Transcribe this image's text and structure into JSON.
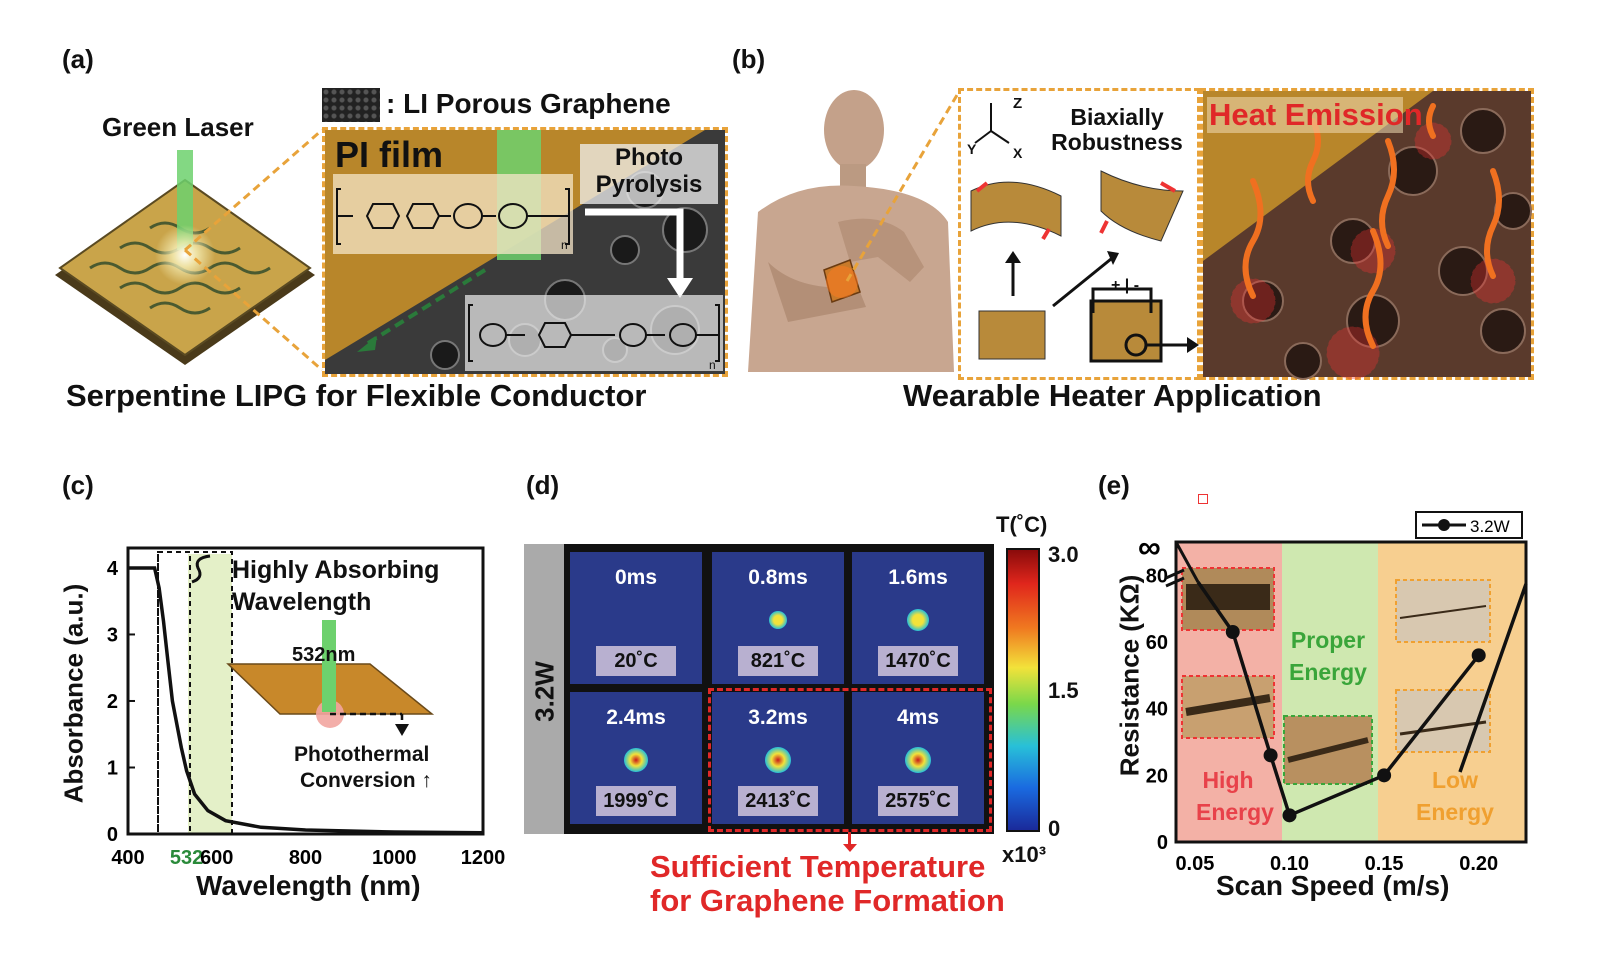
{
  "panel_a": {
    "label": "(a)",
    "legend": ": LI Porous Graphene",
    "laser": "Green Laser",
    "film": "PI film",
    "process": [
      "Photo",
      "Pyrolysis"
    ],
    "subscript_n": "n",
    "caption": "Serpentine LIPG for Flexible Conductor"
  },
  "panel_b": {
    "label": "(b)",
    "axes": [
      "Z",
      "Y",
      "X"
    ],
    "robust": [
      "Biaxially",
      "Robustness"
    ],
    "heat": "Heat Emission",
    "battery": "+ | -",
    "caption": "Wearable Heater Application"
  },
  "panel_c": {
    "label": "(c)",
    "ylabel": "Absorbance (a.u.)",
    "xlabel": "Wavelength (nm)",
    "annot_absorb": [
      "Highly Absorbing",
      "Wavelength"
    ],
    "annot_laser": "532nm",
    "annot_photo": [
      "Photothermal",
      "Conversion"
    ],
    "highlight_tick": "532"
  },
  "panel_d": {
    "label": "(d)",
    "row_label": "3.2W",
    "cells": [
      {
        "time": "0ms",
        "temp": "20˚C"
      },
      {
        "time": "0.8ms",
        "temp": "821˚C"
      },
      {
        "time": "1.6ms",
        "temp": "1470˚C"
      },
      {
        "time": "2.4ms",
        "temp": "1999˚C"
      },
      {
        "time": "3.2ms",
        "temp": "2413˚C"
      },
      {
        "time": "4ms",
        "temp": "2575˚C"
      }
    ],
    "colorbar_title": "T(˚C)",
    "colorbar_ticks": [
      "3.0",
      "1.5",
      "0"
    ],
    "colorbar_scale": "x10³",
    "note": [
      "Sufficient Temperature",
      "for Graphene Formation"
    ]
  },
  "panel_e": {
    "label": "(e)",
    "ylabel": "Resistance (KΩ)",
    "xlabel": "Scan Speed (m/s)",
    "inf": "∞",
    "regions": [
      {
        "text": [
          "High",
          "Energy"
        ],
        "color": "#e8424a"
      },
      {
        "text": [
          "Proper",
          "Energy"
        ],
        "color": "#3aa53a"
      },
      {
        "text": [
          "Low",
          "Energy"
        ],
        "color": "#f0a030"
      }
    ],
    "legend": "3.2W"
  },
  "chart_data": [
    {
      "type": "line",
      "xlabel": "Wavelength (nm)",
      "ylabel": "Absorbance (a.u.)",
      "xlim": [
        400,
        1200
      ],
      "ylim": [
        0,
        4.3
      ],
      "xticks": [
        400,
        532,
        600,
        800,
        1000,
        1200
      ],
      "yticks": [
        0,
        1,
        2,
        3,
        4
      ],
      "series": [
        {
          "x": [
            400,
            460,
            470,
            480,
            490,
            500,
            520,
            532,
            550,
            580,
            620,
            700,
            800,
            1000,
            1200
          ],
          "y": [
            4.0,
            4.0,
            3.7,
            3.2,
            2.6,
            2.0,
            1.3,
            0.95,
            0.6,
            0.35,
            0.2,
            0.1,
            0.06,
            0.03,
            0.02
          ]
        }
      ]
    },
    {
      "type": "line",
      "xlabel": "Scan Speed (m/s)",
      "ylabel": "Resistance (KΩ)",
      "xlim": [
        0.04,
        0.225
      ],
      "ylim": [
        0,
        90
      ],
      "xticks": [
        0.05,
        0.1,
        0.15,
        0.2
      ],
      "yticks": [
        0,
        20,
        40,
        60,
        80
      ],
      "series": [
        {
          "name": "3.2W",
          "x": [
            0.07,
            0.09,
            0.1,
            0.15,
            0.2
          ],
          "y": [
            63,
            26,
            8,
            20,
            56
          ]
        }
      ]
    }
  ]
}
